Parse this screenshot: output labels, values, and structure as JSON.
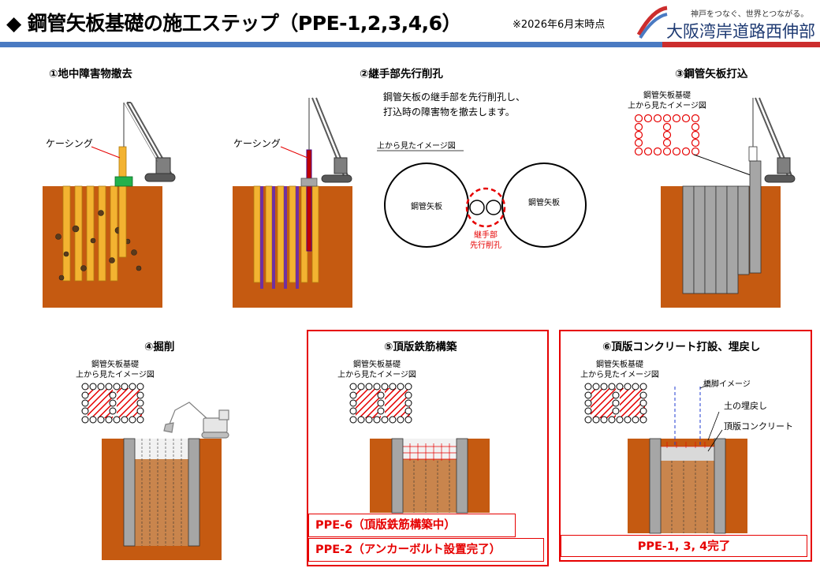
{
  "header": {
    "title": "◆ 鋼管矢板基礎の施工ステップ（PPE-1,2,3,4,6）",
    "note": "※2026年6月末時点",
    "org_tagline": "神戸をつなぐ、世界とつながる。",
    "org_name": "大阪湾岸道路西伸部"
  },
  "steps": [
    {
      "label": "①地中障害物撤去",
      "callout": "ケーシング"
    },
    {
      "label": "②継手部先行削孔",
      "desc_line1": "鋼管矢板の継手部を先行削孔し、",
      "desc_line2": "打込時の障害物を撤去します。",
      "view_title": "上から見たイメージ図",
      "pipe_left": "鋼管矢板",
      "pipe_right": "鋼管矢板",
      "joint_line1": "継手部",
      "joint_line2": "先行削孔",
      "callout": "ケーシング"
    },
    {
      "label": "③鋼管矢板打込",
      "plan_line1": "鋼管矢板基礎",
      "plan_line2": "上から見たイメージ図"
    },
    {
      "label": "④掘削",
      "plan_line1": "鋼管矢板基礎",
      "plan_line2": "上から見たイメージ図"
    },
    {
      "label": "⑤頂版鉄筋構築",
      "plan_line1": "鋼管矢板基礎",
      "plan_line2": "上から見たイメージ図",
      "status_top": "PPE-6（頂版鉄筋構築中）",
      "status_bottom": "PPE-2（アンカーボルト設置完了）"
    },
    {
      "label": "⑥頂版コンクリート打設、埋戻し",
      "plan_line1": "鋼管矢板基礎",
      "plan_line2": "上から見たイメージ図",
      "callout_pier": "橋脚イメージ",
      "callout_backfill": "土の埋戻し",
      "callout_slab": "頂版コンクリート",
      "status": "PPE-1, 3, 4完了"
    }
  ],
  "colors": {
    "soil": "#c55a11",
    "pipe": "#f3b331",
    "pile_gray": "#a6a6a6",
    "casing_pipe": "#c00000",
    "crane": "#595959",
    "red": "#e60000",
    "blue_rule": "#4a7ac2",
    "green": "#22b14c",
    "purple": "#7030a0"
  }
}
